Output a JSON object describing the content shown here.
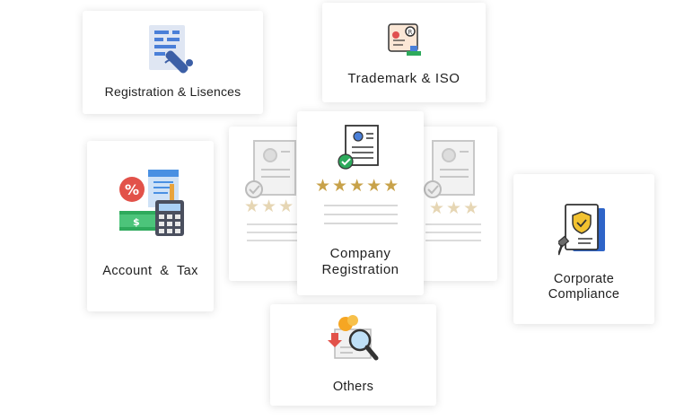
{
  "cards": {
    "registration": {
      "label": "Registration & Lisences",
      "icon": "document-pen-icon"
    },
    "trademark": {
      "label": "Trademark & ISO",
      "icon": "certificate-stamp-icon"
    },
    "account": {
      "label": "Account  &  Tax",
      "icon": "calculator-icon"
    },
    "company": {
      "label_line1": "Company",
      "label_line2": "Registration",
      "icon": "resume-check-icon",
      "stars": "★★★★★"
    },
    "corporate": {
      "label_line1": "Corporate",
      "label_line2": "Compliance",
      "icon": "shield-document-gavel-icon"
    },
    "others": {
      "label": "Others",
      "icon": "magnifier-coins-icon"
    }
  },
  "ghost_stars": "★★★",
  "colors": {
    "star": "#c8a24a",
    "accent_blue": "#4a7fd8",
    "check_green": "#2eaa5c"
  }
}
